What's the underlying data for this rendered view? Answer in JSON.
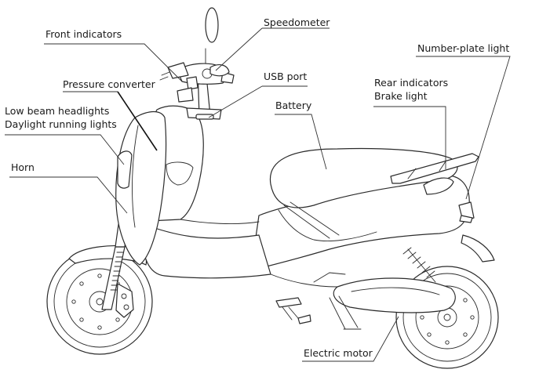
{
  "labels": {
    "front_indicators": "Front indicators",
    "speedometer": "Speedometer",
    "number_plate_light": "Number-plate light",
    "pressure_converter": "Pressure converter",
    "usb_port": "USB port",
    "rear_indicators": "Rear indicators",
    "brake_light": "Brake light",
    "battery": "Battery",
    "low_beam_headlights": "Low beam headlights",
    "daylight_running_lights": "Daylight running lights",
    "horn": "Horn",
    "electric_motor": "Electric motor"
  }
}
